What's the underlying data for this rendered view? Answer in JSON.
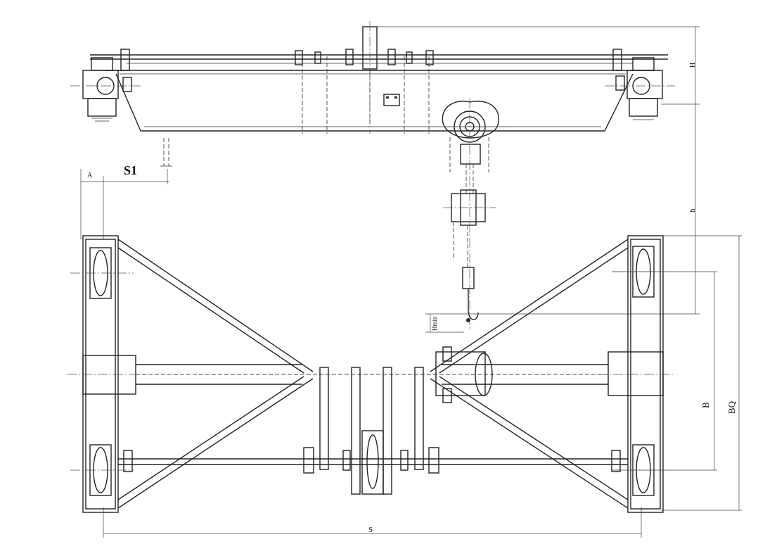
{
  "drawing": {
    "labels": {
      "s1": "S1",
      "a": "A",
      "h": "H",
      "h_lower": "h",
      "h_min": "Hmin",
      "b": "B",
      "bq": "BQ",
      "s": "S"
    }
  }
}
